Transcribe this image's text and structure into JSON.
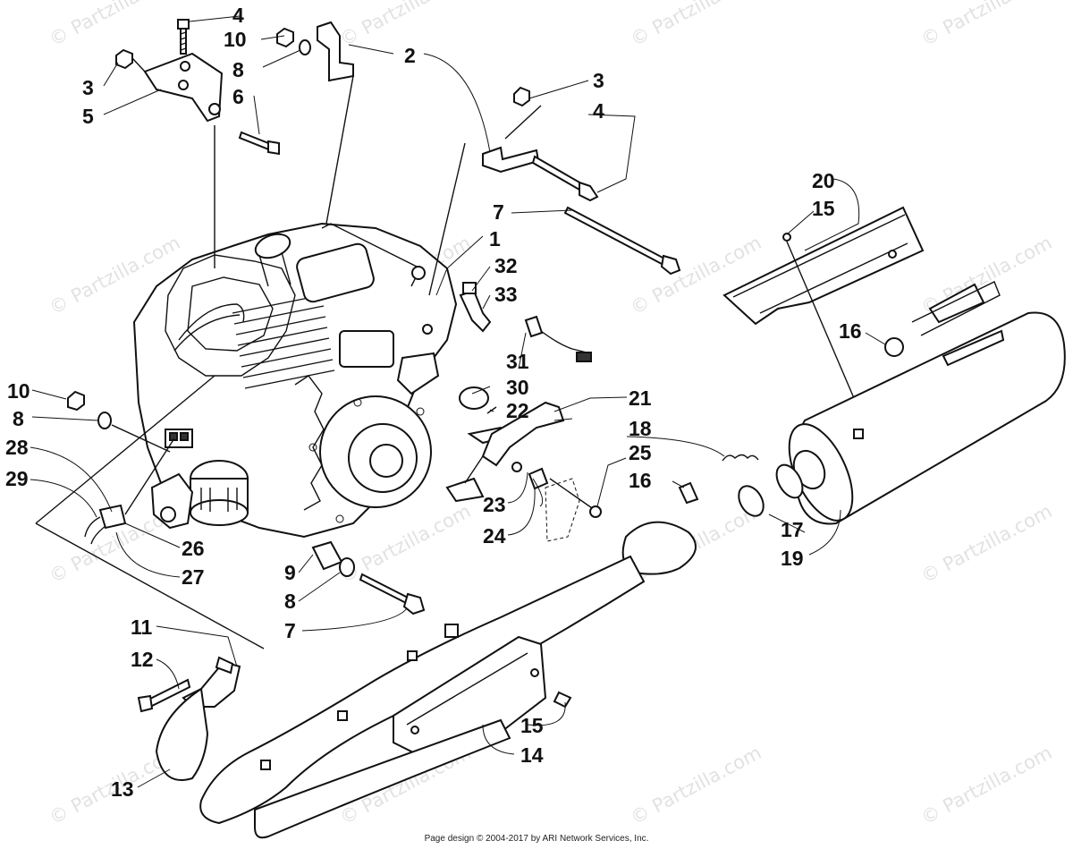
{
  "watermark": "© Partzilla.com",
  "footer": "Page design © 2004-2017 by ARI Network Services, Inc.",
  "callouts": {
    "c1": "1",
    "c2": "2",
    "c3a": "3",
    "c3b": "3",
    "c4a": "4",
    "c4b": "4",
    "c5": "5",
    "c6": "6",
    "c7a": "7",
    "c7b": "7",
    "c8a": "8",
    "c8b": "8",
    "c8c": "8",
    "c9": "9",
    "c10a": "10",
    "c10b": "10",
    "c11": "11",
    "c12": "12",
    "c13": "13",
    "c14": "14",
    "c15a": "15",
    "c15b": "15",
    "c16a": "16",
    "c16b": "16",
    "c17": "17",
    "c18": "18",
    "c19": "19",
    "c20": "20",
    "c21": "21",
    "c22": "22",
    "c23": "23",
    "c24": "24",
    "c25": "25",
    "c26": "26",
    "c27": "27",
    "c28": "28",
    "c29": "29",
    "c30": "30",
    "c31": "31",
    "c32": "32",
    "c33": "33"
  }
}
